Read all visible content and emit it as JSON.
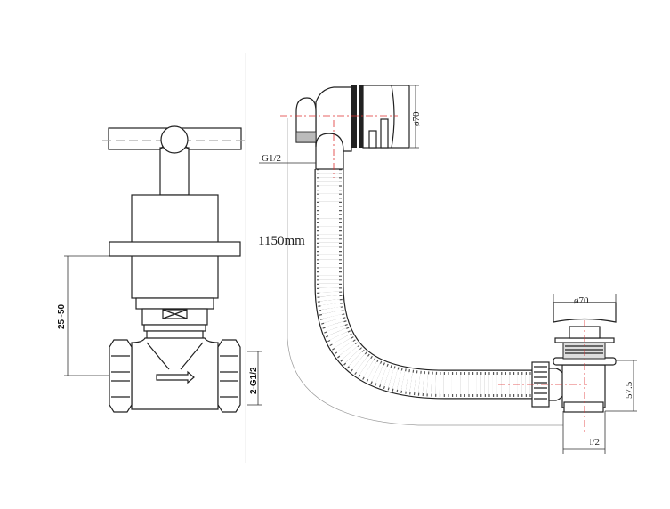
{
  "valve": {
    "dim_height": "25~50",
    "dim_thread": "2-G1/2"
  },
  "drain": {
    "overflow_thread": "G1/2",
    "overflow_diameter": "ø70",
    "hose_length": "1150mm",
    "waste_diameter": "ø70",
    "waste_height": "57.5",
    "waste_thread": "1/2"
  }
}
